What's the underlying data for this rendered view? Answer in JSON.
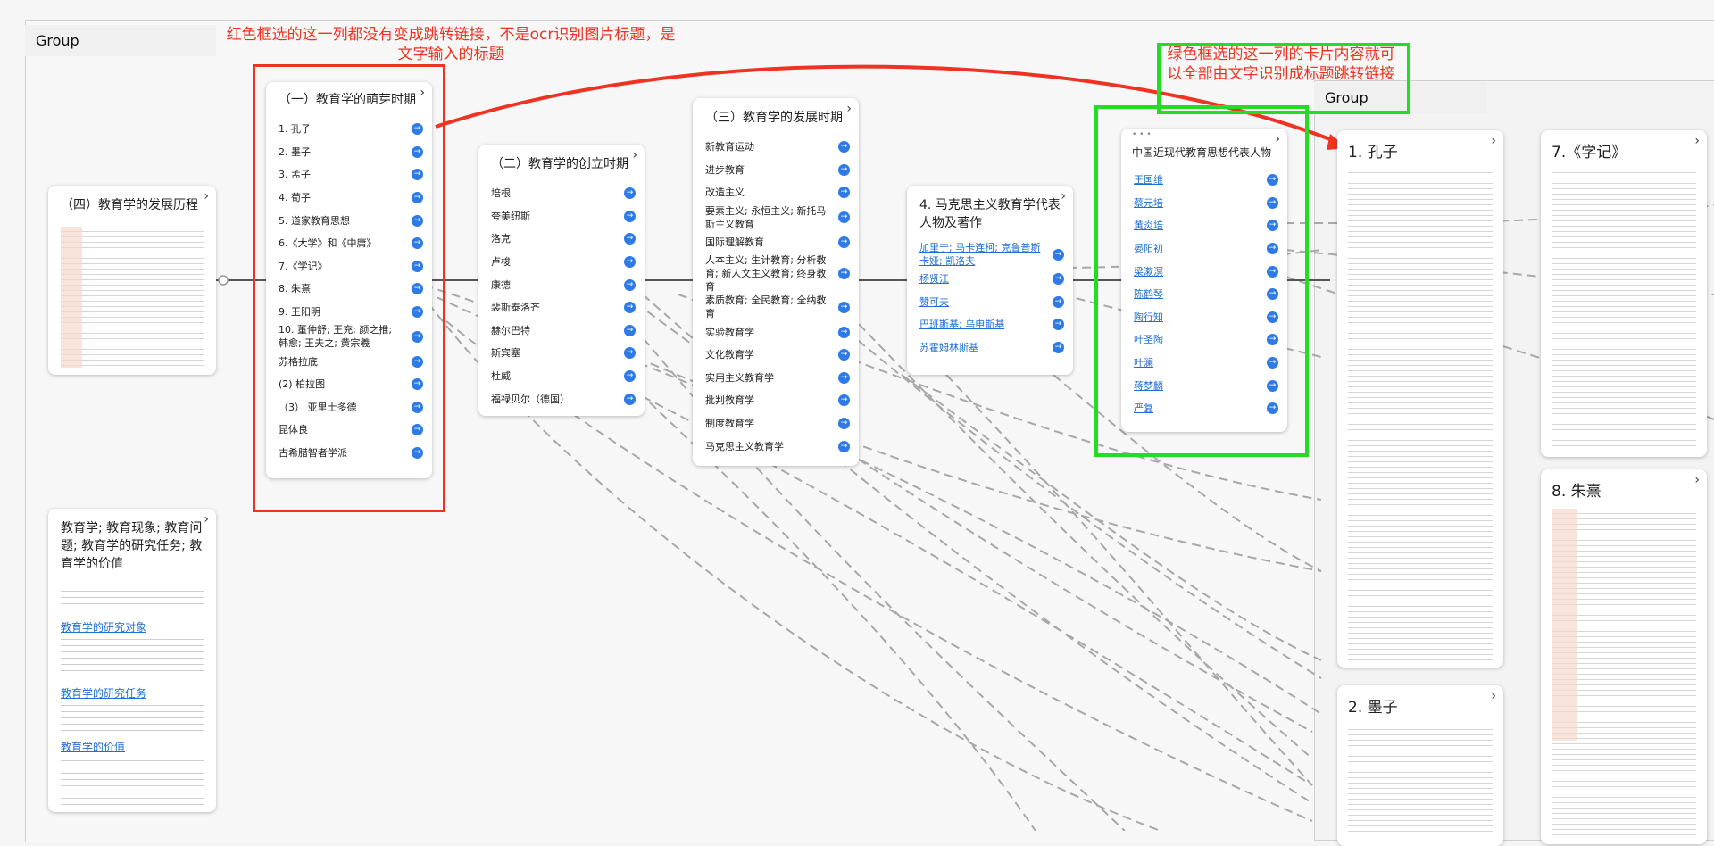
{
  "groups": {
    "left_label": "Group",
    "right_label": "Group"
  },
  "annotations": {
    "red_note": "红色框选的这一列都没有变成跳转链接，不是ocr识别图片标题，是文字输入的标题",
    "green_note": "绿色框选的这一列的卡片内容就可以全部由文字识别成标题跳转链接"
  },
  "cards": {
    "history": {
      "title": "（四）教育学的发展历程"
    },
    "embryo": {
      "title": "（一）教育学的萌芽时期",
      "items": [
        "1. 孔子",
        "2. 墨子",
        "3. 孟子",
        "4.  荀子",
        "5.  道家教育思想",
        "6.《大学》和《中庸》",
        "7.《学记》",
        "8.  朱熹",
        "9.   王阳明",
        "10.  董仲舒; 王充; 颜之推; 韩愈; 王夫之; 黄宗羲",
        "苏格拉底",
        "(2) 柏拉图",
        "（3） 亚里士多德",
        "昆体良",
        "古希腊智者学派"
      ]
    },
    "founding": {
      "title": "（二）教育学的创立时期",
      "items": [
        "培根",
        "夸美纽斯",
        "洛克",
        "卢梭",
        "康德",
        "裴斯泰洛齐",
        "赫尔巴特",
        "斯宾塞",
        "杜威",
        "福禄贝尔（德国）"
      ]
    },
    "development": {
      "title": "（三）教育学的发展时期",
      "items": [
        "新教育运动",
        "进步教育",
        "改造主义",
        "要素主义; 永恒主义; 新托马斯主义教育",
        "国际理解教育",
        "人本主义; 生计教育; 分析教育; 新人文主义教育; 终身教育",
        "素质教育; 全民教育; 全纳教育",
        "实验教育学",
        "文化教育学",
        "实用主义教育学",
        "批判教育学",
        "制度教育学",
        "马克思主义教育学"
      ]
    },
    "marxism": {
      "title": "4.  马克思主义教育学代表人物及著作",
      "items": [
        "加里宁; 马卡连柯; 克鲁普斯卡娅; 凯洛夫",
        "杨贤江",
        "赞可夫",
        "巴班斯基; 乌申斯基",
        "苏霍姆林斯基"
      ]
    },
    "modern": {
      "dots": "• • •",
      "header": "中国近现代教育思想代表人物",
      "items": [
        "王国维",
        "蔡元培",
        "黄炎培",
        "晏阳初",
        "梁漱溟",
        "陈鹤琴",
        "陶行知",
        "叶圣陶",
        "叶澜",
        "蒋梦麟",
        "严复"
      ]
    },
    "concepts": {
      "title": "教育学; 教育现象; 教育问题; 教育学的研究任务; 教育学的价值",
      "links": [
        "教育学的研究对象",
        "教育学的研究任务",
        "教育学的价值"
      ]
    },
    "kongzi": {
      "title": "1. 孔子"
    },
    "mozi": {
      "title": "2. 墨子"
    },
    "xueji": {
      "title": "7.《学记》"
    },
    "zhuxi": {
      "title": "8.  朱熹"
    }
  }
}
